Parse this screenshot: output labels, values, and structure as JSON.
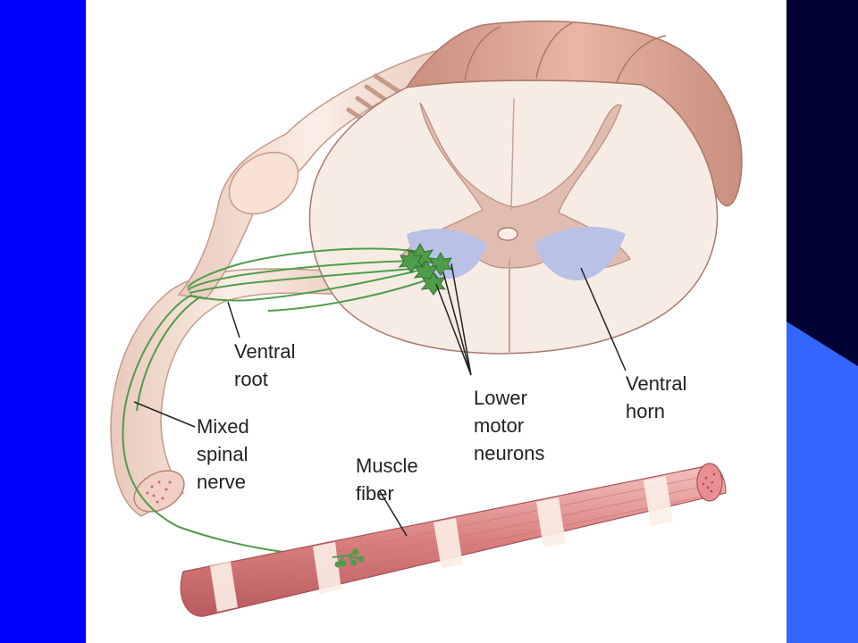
{
  "labels": {
    "ventral_root": [
      "Ventral",
      "root"
    ],
    "mixed_spinal_nerve": [
      "Mixed",
      "spinal",
      "nerve"
    ],
    "lower_motor_neurons": [
      "Lower",
      "motor",
      "neurons"
    ],
    "ventral_horn": [
      "Ventral",
      "horn"
    ],
    "muscle_fiber": [
      "Muscle",
      "fiber"
    ]
  },
  "colors": {
    "slide_blue": "#0000ff",
    "slide_dark": "#000033",
    "slide_accent": "#3366ff",
    "white_matter": "#f6ece4",
    "gray_matter": "#e1bdb1",
    "ventral_horn_fill": "#b9c2e6",
    "neuron_green": "#4f9d4a",
    "muscle_red": "#d98a8a"
  },
  "icons": [
    "motor-neuron-star",
    "neuromuscular-junction"
  ]
}
